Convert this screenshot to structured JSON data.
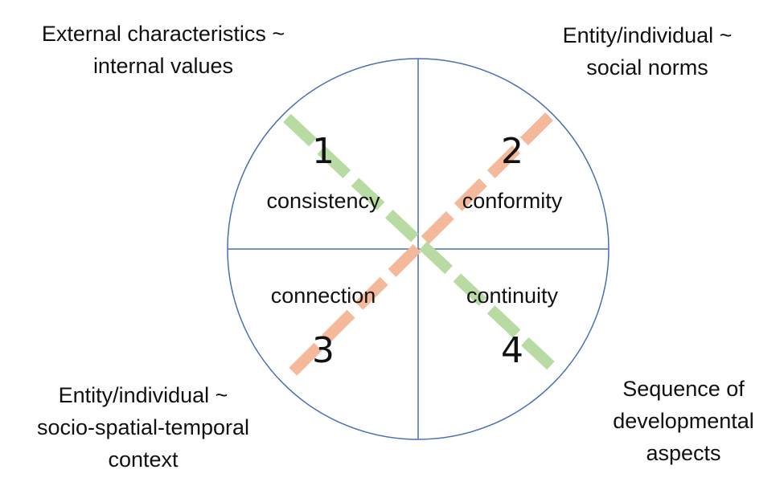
{
  "corners": {
    "top_left": {
      "line1": "External characteristics ~",
      "line2": "internal values"
    },
    "top_right": {
      "line1": "Entity/individual ~",
      "line2": "social norms"
    },
    "bottom_left": {
      "line1": "Entity/individual ~",
      "line2": "socio-spatial-temporal",
      "line3": "context"
    },
    "bottom_right": {
      "line1": "Sequence of",
      "line2": "developmental",
      "line3": "aspects"
    }
  },
  "quadrants": [
    {
      "number": "1",
      "label": "consistency"
    },
    {
      "number": "2",
      "label": "conformity"
    },
    {
      "number": "3",
      "label": "connection"
    },
    {
      "number": "4",
      "label": "continuity"
    }
  ],
  "colors": {
    "circle": "#4a6fb5",
    "green_dash": "#b7dba3",
    "orange_dash": "#f4b89a"
  }
}
